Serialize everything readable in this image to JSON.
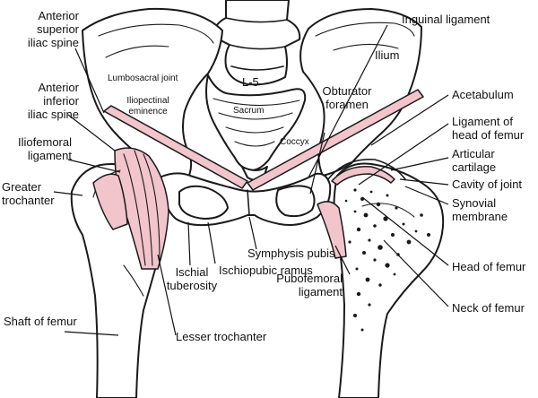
{
  "labels": {
    "anterior_superior": "Anterior\nsuperior\niliac spine",
    "anterior_inferior": "Anterior\ninferior\niliac spine",
    "iliofemoral": "Iliofemoral\nligament",
    "greater_trochanter": "Greater\ntrochanter",
    "shaft_of_femur": "Shaft of femur",
    "lesser_trochanter": "Lesser trochanter",
    "ischial_tuberosity": "Ischial\ntuberosity",
    "ischiopubic_ramus": "Ischiopubic ramus",
    "symphysis_pubis": "Symphysis pubis",
    "pubofemoral": "Pubofemoral\nligament",
    "lumbosacral_joint": "Lumbosacral joint",
    "iliopectinal_eminence": "Iliopectinal\neminence",
    "l5": "L-5",
    "sacrum": "Sacrum",
    "coccyx": "Coccyx",
    "obturator_foramen": "Obturator\nforamen",
    "ilium": "Ilium",
    "inguinal_ligament": "Inguinal ligament",
    "acetabulum": "Acetabulum",
    "ligament_head_femur": "Ligament of\nhead of femur",
    "articular_cartilage": "Articular\ncartilage",
    "cavity_of_joint": "Cavity of joint",
    "synovial_membrane": "Synovial\nmembrane",
    "head_of_femur": "Head of femur",
    "neck_of_femur": "Neck of femur"
  },
  "colors": {
    "ligament": "#f2c4cb",
    "outline": "#1a1a1a",
    "background": "#ffffff"
  }
}
